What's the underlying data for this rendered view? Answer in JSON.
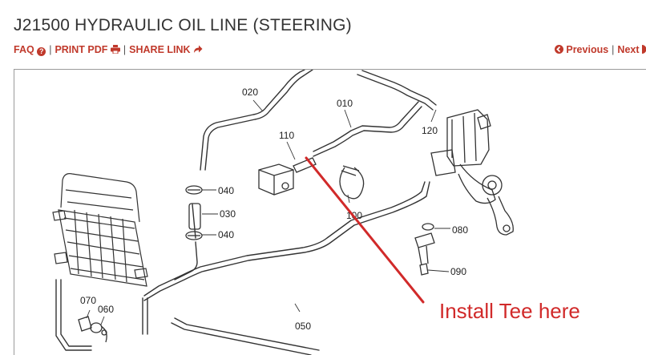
{
  "page": {
    "title": "J21500 HYDRAULIC OIL LINE (STEERING)"
  },
  "links": {
    "faq": "FAQ",
    "print_pdf": "PRINT PDF",
    "share_link": "SHARE LINK",
    "separator": "|"
  },
  "nav": {
    "previous": "Previous",
    "next": "Next",
    "separator": "|"
  },
  "diagram": {
    "part_labels": [
      "020",
      "010",
      "110",
      "120",
      "040",
      "030",
      "040",
      "100",
      "080",
      "090",
      "070",
      "060",
      "050"
    ],
    "annotation": "Install Tee here"
  },
  "colors": {
    "accent": "#c0392b",
    "annotation": "#d12a2a",
    "title": "#333333"
  },
  "icons": {
    "faq": "question-circle-icon",
    "print": "printer-icon",
    "share": "share-arrow-icon",
    "previous": "arrow-left-circle-icon",
    "next": "arrow-right-circle-icon"
  }
}
